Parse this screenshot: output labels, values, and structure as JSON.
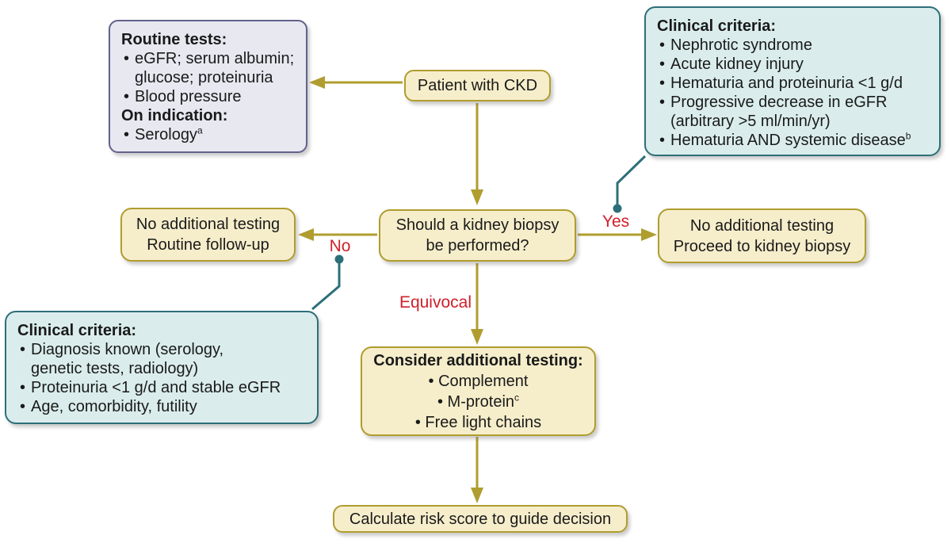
{
  "colors": {
    "flow_fill": "#f6eecb",
    "flow_border": "#b09d2f",
    "arrow": "#b09d2f",
    "gray_fill": "#e8e8f1",
    "gray_border": "#62628c",
    "teal_fill": "#daedec",
    "teal_border": "#2d6f79",
    "connector": "#2d6f79",
    "red": "#d0202a",
    "text": "#1a1a1a",
    "bg": "#ffffff"
  },
  "nodes": {
    "patient": {
      "text": "Patient with CKD"
    },
    "question": {
      "lines": [
        "Should a kidney biopsy",
        "be performed?"
      ]
    },
    "no_branch": {
      "lines": [
        "No additional testing",
        "Routine follow-up"
      ]
    },
    "yes_branch": {
      "lines": [
        "No additional testing",
        "Proceed to kidney biopsy"
      ]
    },
    "consider": {
      "items": [
        {
          "h": "Consider additional testing:"
        },
        {
          "b": "Complement"
        },
        {
          "b": "M-protein",
          "sup": "c"
        },
        {
          "b": "Free light chains"
        }
      ]
    },
    "calculate": {
      "text": "Calculate risk score to guide decision"
    }
  },
  "notes": {
    "routine_tests": {
      "items": [
        {
          "h": "Routine tests:"
        },
        {
          "b": "eGFR; serum albumin;"
        },
        {
          "c": "glucose; proteinuria"
        },
        {
          "b": "Blood pressure"
        },
        {
          "h": "On indication:"
        },
        {
          "b": "Serology",
          "sup": "a"
        }
      ]
    },
    "clinical_criteria_yes": {
      "items": [
        {
          "h": "Clinical criteria:"
        },
        {
          "b": "Nephrotic syndrome"
        },
        {
          "b": "Acute kidney injury"
        },
        {
          "b": "Hematuria and proteinuria <1 g/d"
        },
        {
          "b": "Progressive decrease in eGFR"
        },
        {
          "c": "(arbitrary >5 ml/min/yr)"
        },
        {
          "b": "Hematuria AND systemic disease",
          "sup": "b"
        }
      ]
    },
    "clinical_criteria_no": {
      "items": [
        {
          "h": "Clinical criteria:"
        },
        {
          "b": "Diagnosis known (serology,"
        },
        {
          "c": "genetic tests, radiology)"
        },
        {
          "b": "Proteinuria <1 g/d and stable eGFR"
        },
        {
          "b": "Age, comorbidity, futility"
        }
      ]
    }
  },
  "labels": {
    "yes": "Yes",
    "no": "No",
    "equivocal": "Equivocal"
  }
}
